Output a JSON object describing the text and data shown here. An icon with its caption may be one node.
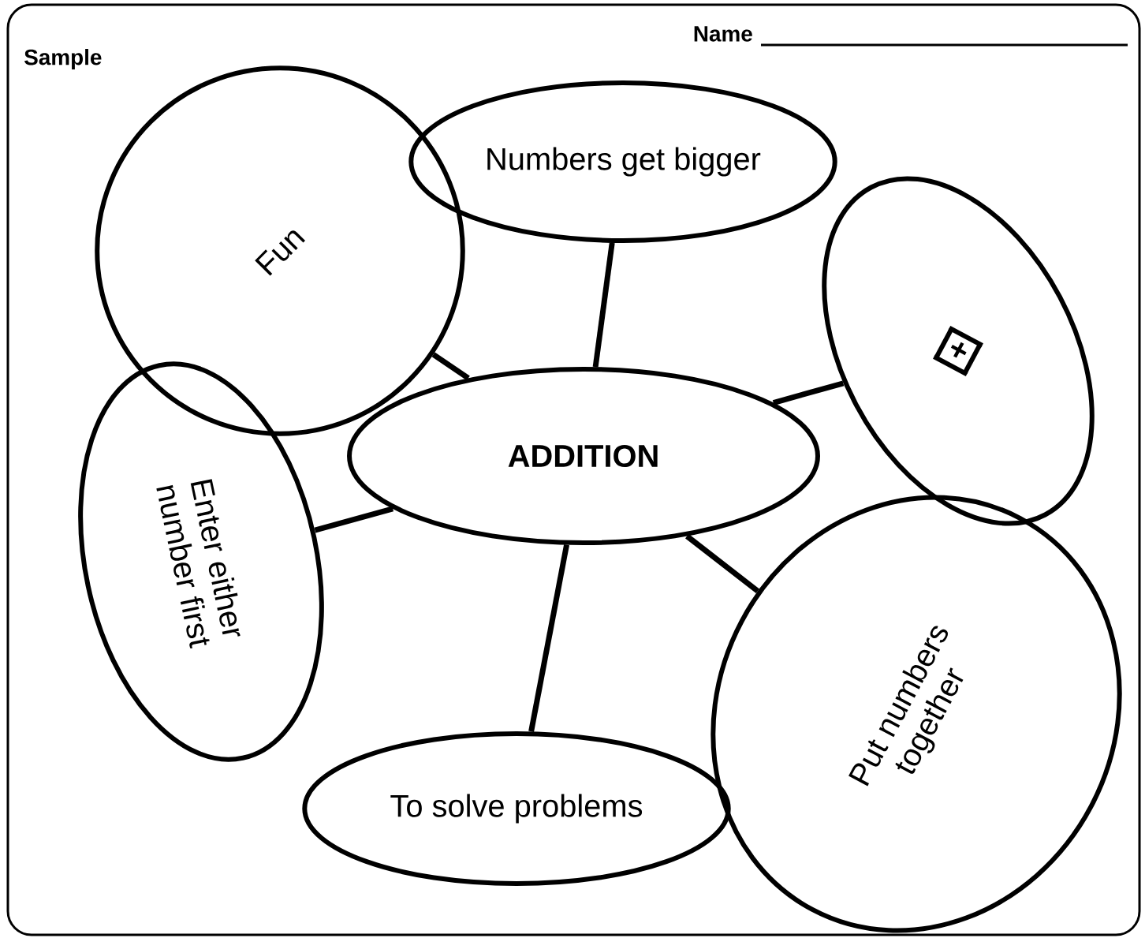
{
  "diagram": {
    "nodes": [
      {
        "text": [
          "ADDITION"
        ]
      },
      {
        "text": [
          "Fun"
        ]
      },
      {
        "text": [
          "Numbers get bigger"
        ]
      },
      {
        "text": [
          "+"
        ]
      },
      {
        "text": [
          "Enter either number first"
        ]
      },
      {
        "text": [
          "To solve problems"
        ]
      },
      {
        "text": [
          "Put numbers together"
        ]
      }
    ],
    "edges": [
      {
        "from": 0,
        "to": 1,
        "arrow": "none"
      },
      {
        "from": 0,
        "to": 2,
        "arrow": "none"
      },
      {
        "from": 0,
        "to": 3,
        "arrow": "none"
      },
      {
        "from": 0,
        "to": 4,
        "arrow": "none"
      },
      {
        "from": 0,
        "to": 5,
        "arrow": "none"
      },
      {
        "from": 0,
        "to": 6,
        "arrow": "none"
      }
    ],
    "labels": [
      "Sample",
      "Name"
    ]
  }
}
